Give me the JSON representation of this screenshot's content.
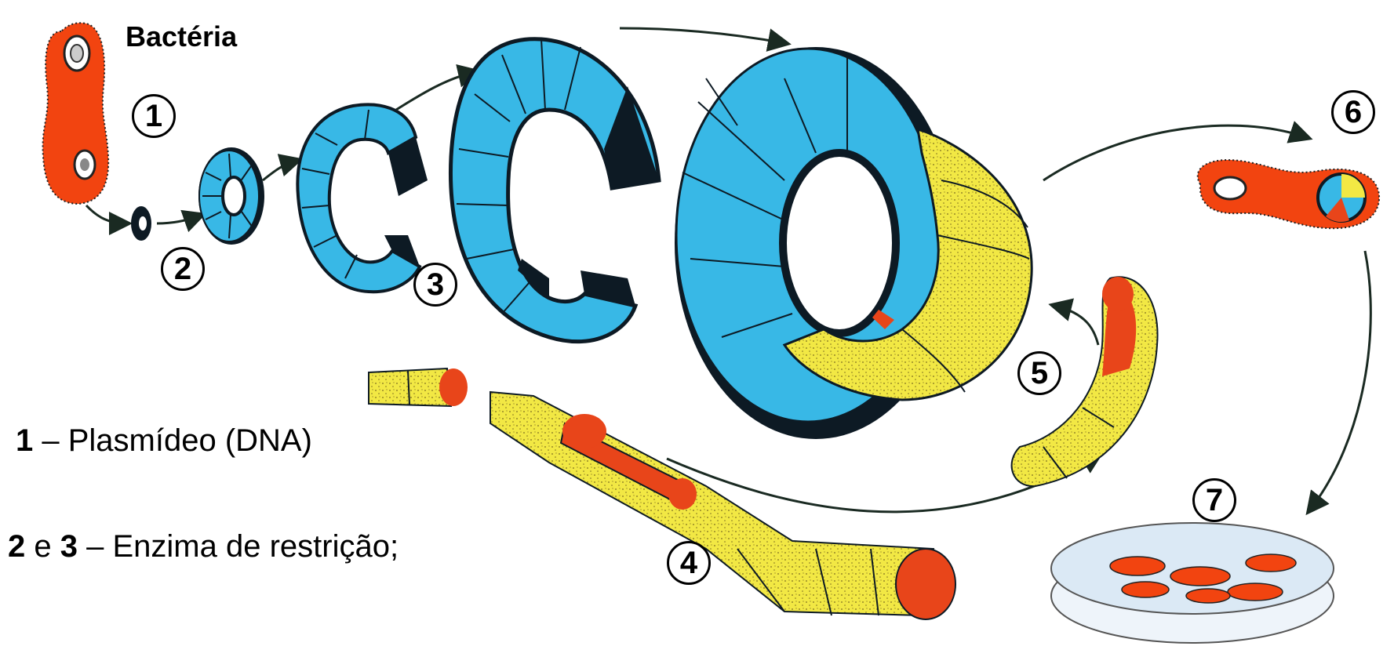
{
  "labels": {
    "bacteria": "Bactéria"
  },
  "steps": [
    "1",
    "2",
    "3",
    "4",
    "5",
    "6",
    "7"
  ],
  "legend": {
    "line1": {
      "num": "1",
      "dash": " – ",
      "text": "Plasmídeo (DNA)"
    },
    "line2": {
      "num_a": "2",
      "conj": " e ",
      "num_b": "3",
      "dash": " – ",
      "text": "Enzima de restrição;"
    }
  },
  "colors": {
    "bacteria_body": "#f24410",
    "dna_blue": "#38b8e6",
    "dna_dark": "#0d1a24",
    "insert_yellow": "#f2e844",
    "insert_red": "#e8451a",
    "arrow": "#1a2a22",
    "dish": "#dbe9f5"
  }
}
